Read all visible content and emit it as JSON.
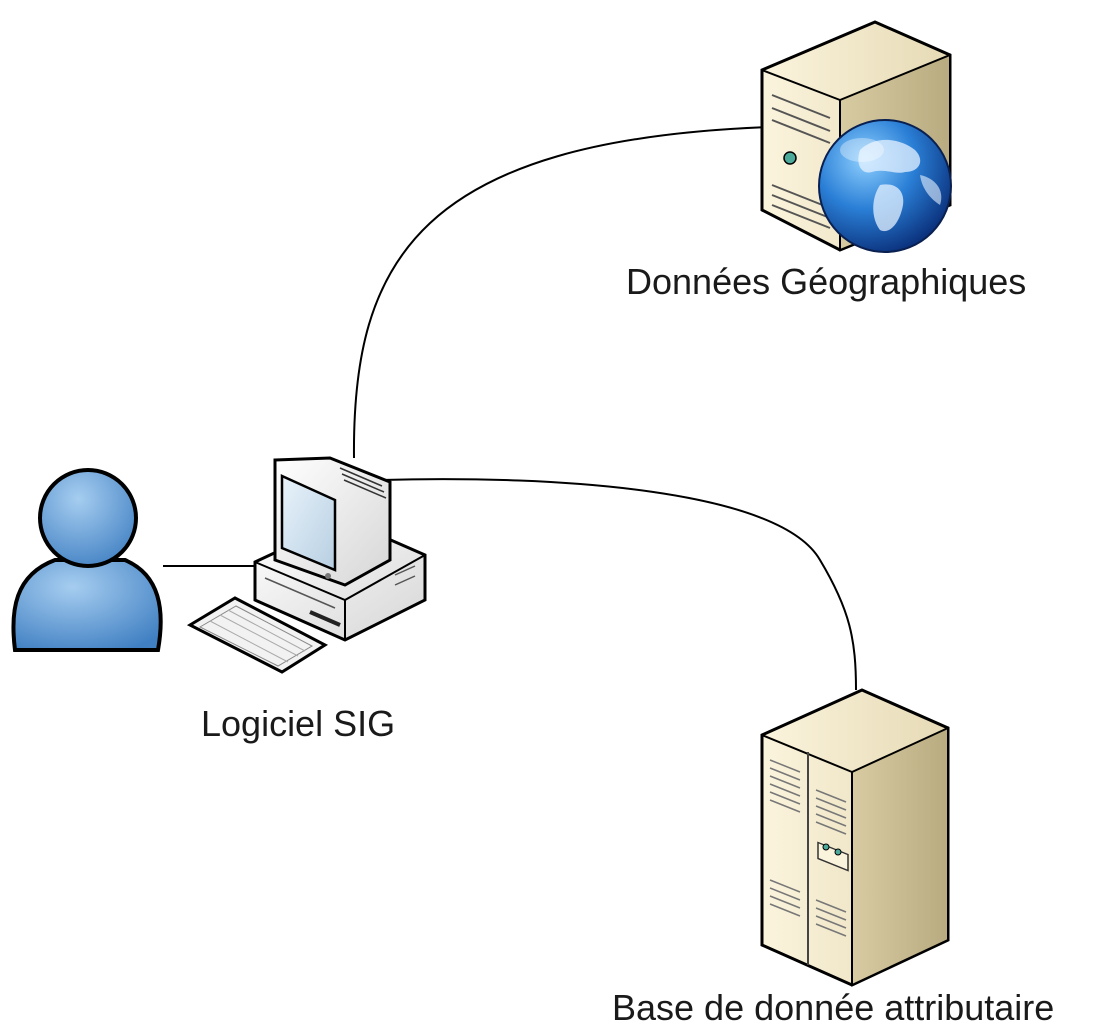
{
  "nodes": {
    "geo_server": {
      "label": "Données Géographiques",
      "icon": "globe-server-icon"
    },
    "workstation": {
      "label": "Logiciel SIG",
      "icon": "desktop-computer-icon"
    },
    "db_server": {
      "label": "Base de donnée attributaire",
      "icon": "tower-server-icon"
    },
    "user": {
      "icon": "user-icon"
    }
  },
  "colors": {
    "connector": "#000000",
    "server_body": "#efe6cc",
    "server_shadow": "#c9bd98",
    "user_fill": "#5b9bd5",
    "globe": "#1f5fbf"
  }
}
